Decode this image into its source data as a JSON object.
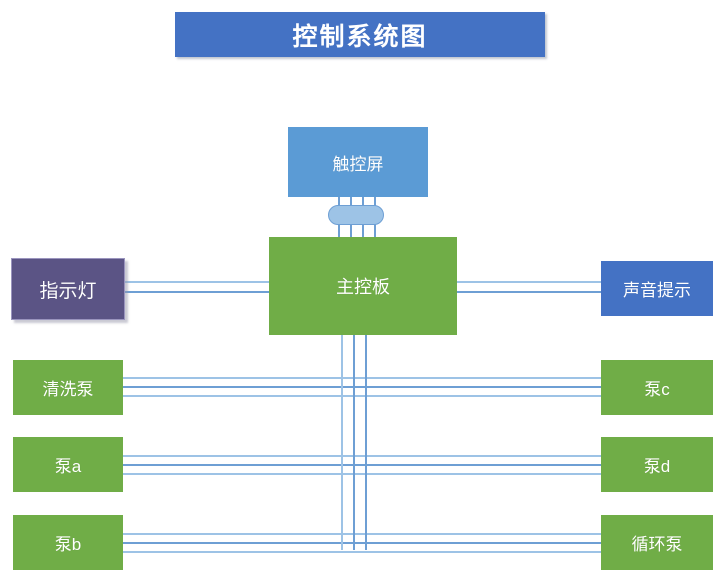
{
  "title": {
    "text": "控制系统图",
    "color": "#4472C4"
  },
  "palette": {
    "green": "#70AD47",
    "light_blue": "#5B9BD5",
    "blue": "#4472C4",
    "purple": "#5B5485",
    "line": "#9DC3E6",
    "line_dark": "#6E9FD4",
    "background": "#FFFFFF"
  },
  "nodes": {
    "touchscreen": {
      "label": "触控屏",
      "color": "#5B9BD5"
    },
    "mainboard": {
      "label": "主控板",
      "color": "#70AD47"
    },
    "indicator": {
      "label": "指示灯",
      "color": "#5B5485"
    },
    "sound": {
      "label": "声音提示",
      "color": "#4472C4"
    },
    "wash_pump": {
      "label": "清洗泵",
      "color": "#70AD47"
    },
    "pump_a": {
      "label": "泵a",
      "color": "#70AD47"
    },
    "pump_b": {
      "label": "泵b",
      "color": "#70AD47"
    },
    "pump_c": {
      "label": "泵c",
      "color": "#70AD47"
    },
    "pump_d": {
      "label": "泵d",
      "color": "#70AD47"
    },
    "circ_pump": {
      "label": "循环泵",
      "color": "#70AD47"
    }
  },
  "connections": {
    "touchscreen_to_mainboard": {
      "wires": 4,
      "has_cable_clamp": true
    },
    "indicator_to_mainboard": {
      "wires": 2
    },
    "mainboard_to_sound": {
      "wires": 2
    },
    "mainboard_bus_vertical": {
      "wires": 3
    },
    "wash_pump_to_bus": {
      "wires": 3
    },
    "pump_a_to_bus": {
      "wires": 3
    },
    "pump_b_to_bus": {
      "wires": 3
    },
    "bus_to_pump_c": {
      "wires": 3
    },
    "bus_to_pump_d": {
      "wires": 3
    },
    "bus_to_circ_pump": {
      "wires": 3
    }
  }
}
